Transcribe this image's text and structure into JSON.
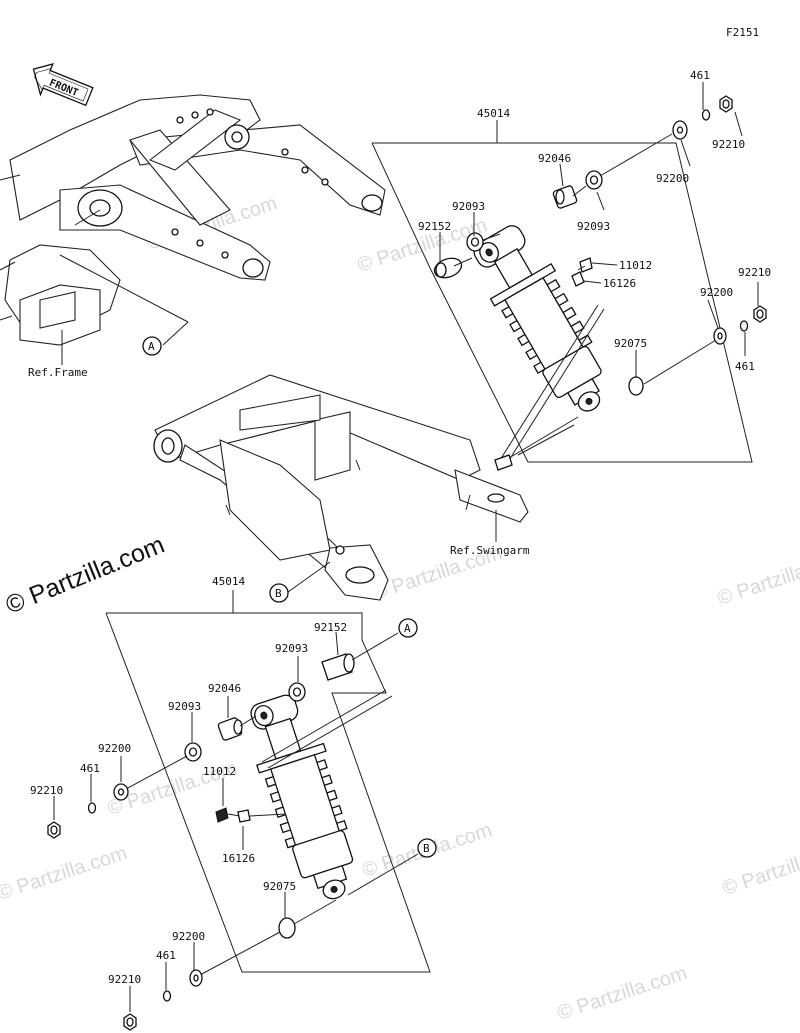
{
  "figure_code": "F2151",
  "front_label": "FRONT",
  "ref_frame": "Ref.Frame",
  "ref_swingarm": "Ref.Swingarm",
  "watermark_main": "© Partzilla.com",
  "watermarks": [
    "© Partzilla.com",
    "© Partzilla.com",
    "© Partzilla.com",
    "© Partzilla.com",
    "© Partzilla.com",
    "© Partzilla.com",
    "© Partzilla.com",
    "© Partzilla.com",
    "© Partzilla.com"
  ],
  "callout_a": "A",
  "callout_b": "B",
  "upper_assembly": {
    "assembly": "45014",
    "labels": [
      "461",
      "92210",
      "92046",
      "92200",
      "92093",
      "92152",
      "92093",
      "11012",
      "16126",
      "92210",
      "92200",
      "92075",
      "461"
    ]
  },
  "lower_assembly": {
    "assembly": "45014",
    "labels": [
      "92152",
      "92093",
      "92046",
      "92093",
      "92200",
      "461",
      "92210",
      "11012",
      "16126",
      "92075",
      "92200",
      "461",
      "92210"
    ]
  }
}
